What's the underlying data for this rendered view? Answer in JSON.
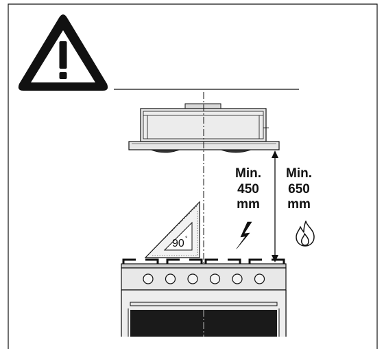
{
  "diagram": {
    "electric_label": {
      "line1": "Min.",
      "line2": "450",
      "line3": "mm"
    },
    "gas_label": {
      "line1": "Min.",
      "line2": "650",
      "line3": "mm"
    },
    "angle_label": "90",
    "angle_unit": "°",
    "burner_knob_count": 6
  },
  "icons": {
    "warning": "warning-triangle-icon",
    "electric": "lightning-bolt-icon",
    "gas": "flame-icon",
    "set_square": "set-square-icon"
  },
  "colors": {
    "line": "#111111",
    "hood_fill": "#e6e6e6",
    "cooker_fill": "#e8e8e8",
    "oven_window": "#1a1a1a"
  }
}
